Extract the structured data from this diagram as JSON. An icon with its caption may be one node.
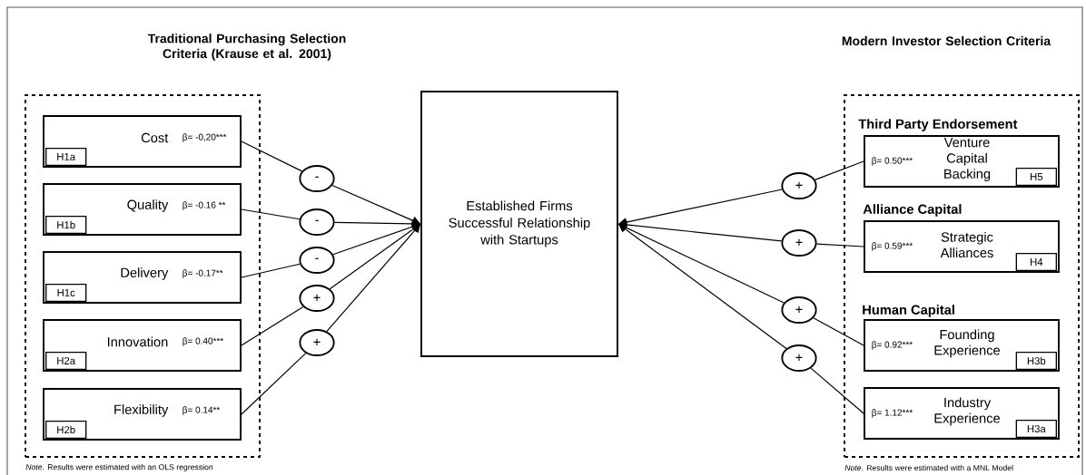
{
  "diagram": {
    "nodes": [
      {
        "text": [
          "Traditional Purchasing Selection Criteria (Krause et al. 2001)"
        ]
      },
      {
        "text": [
          "Cost",
          "β= -0,20***",
          "H1a"
        ],
        "in": 0
      },
      {
        "text": [
          "Quality",
          "β= -0.16 **",
          "H1b"
        ],
        "in": 0
      },
      {
        "text": [
          "Delivery",
          "β= -0.17**",
          "H1c"
        ],
        "in": 0
      },
      {
        "text": [
          "Innovation",
          "β= 0.40***",
          "H2a"
        ],
        "in": 0
      },
      {
        "text": [
          "Flexibility",
          "β= 0.14**",
          "H2b"
        ],
        "in": 0
      },
      {
        "text": [
          "-"
        ]
      },
      {
        "text": [
          "-"
        ]
      },
      {
        "text": [
          "-"
        ]
      },
      {
        "text": [
          "+"
        ]
      },
      {
        "text": [
          "+"
        ]
      },
      {
        "text": [
          "Established Firms Successful Relationship with Startups"
        ]
      },
      {
        "text": [
          "+"
        ]
      },
      {
        "text": [
          "+"
        ]
      },
      {
        "text": [
          "+"
        ]
      },
      {
        "text": [
          "+"
        ]
      },
      {
        "text": [
          "Modern Investor Selection Criteria"
        ]
      },
      {
        "text": [
          "β= 0.50***",
          "Venture Capital Backing",
          "H5"
        ],
        "in": 16
      },
      {
        "text": [
          "β= 0.59***",
          "Strategic Alliances",
          "H4"
        ],
        "in": 16
      },
      {
        "text": [
          "β= 0.92***",
          "Founding Experience",
          "H3b"
        ],
        "in": 16
      },
      {
        "text": [
          "β= 1.12***",
          "Industry Experience",
          "H3a"
        ],
        "in": 16
      }
    ],
    "edges": [
      {
        "from": 1,
        "to": 6,
        "arrow": "none"
      },
      {
        "from": 6,
        "to": 11,
        "arrow": "to"
      },
      {
        "from": 2,
        "to": 7,
        "arrow": "none"
      },
      {
        "from": 7,
        "to": 11,
        "arrow": "to"
      },
      {
        "from": 3,
        "to": 8,
        "arrow": "none"
      },
      {
        "from": 8,
        "to": 11,
        "arrow": "to"
      },
      {
        "from": 4,
        "to": 9,
        "arrow": "none"
      },
      {
        "from": 9,
        "to": 11,
        "arrow": "to"
      },
      {
        "from": 5,
        "to": 10,
        "arrow": "none"
      },
      {
        "from": 10,
        "to": 11,
        "arrow": "to"
      },
      {
        "from": 17,
        "to": 12,
        "arrow": "none"
      },
      {
        "from": 12,
        "to": 11,
        "arrow": "to"
      },
      {
        "from": 18,
        "to": 13,
        "arrow": "none"
      },
      {
        "from": 13,
        "to": 11,
        "arrow": "to"
      },
      {
        "from": 19,
        "to": 14,
        "arrow": "none"
      },
      {
        "from": 14,
        "to": 11,
        "arrow": "to"
      },
      {
        "from": 20,
        "to": 15,
        "arrow": "none"
      },
      {
        "from": 15,
        "to": 11,
        "arrow": "to"
      }
    ],
    "labels": [
      "Third Party Endorsement",
      "Alliance Capital",
      "Human Capital",
      "*Note*. Results were estimated with an OLS regression",
      "*Note*. Results were estimated with a MNL Model"
    ]
  }
}
